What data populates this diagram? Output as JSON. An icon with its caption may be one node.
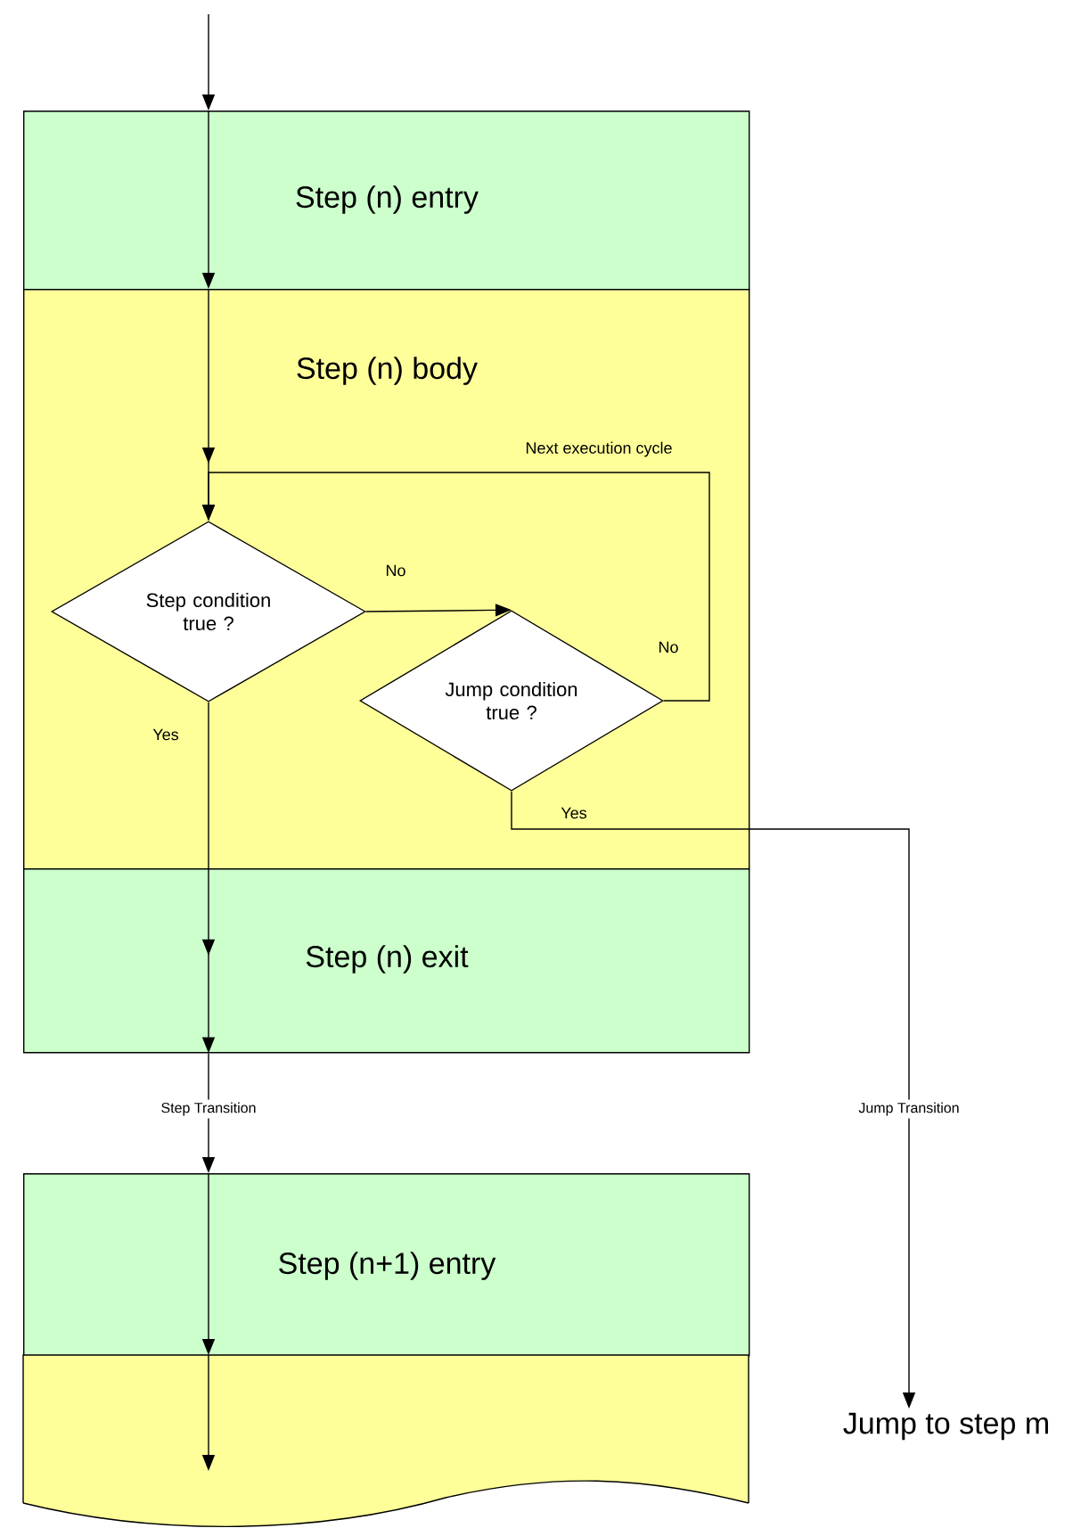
{
  "diagram": {
    "nodes": [
      {
        "text": [
          "Step (n) entry"
        ]
      },
      {
        "text": [
          "Step (n) body"
        ]
      },
      {
        "text": [
          "Step condition true ?"
        ],
        "in": 1
      },
      {
        "text": [
          "Jump condition true ?"
        ],
        "in": 1
      },
      {
        "text": [
          "Step (n) exit"
        ]
      },
      {
        "text": [
          "Step (n+1) entry"
        ]
      },
      {
        "text": [],
        "shape": "box"
      },
      {
        "text": [
          "Jump to step m"
        ]
      }
    ],
    "edges": [
      {
        "from": null,
        "to": 0,
        "arrow": "to"
      },
      {
        "from": 0,
        "to": 1,
        "arrow": "to"
      },
      {
        "from": 1,
        "to": 2,
        "arrow": "to"
      },
      {
        "from": 2,
        "to": 3,
        "arrow": "to",
        "label": "No"
      },
      {
        "from": 3,
        "to": 2,
        "arrow": "to",
        "label": "No"
      },
      {
        "from": 2,
        "to": 4,
        "arrow": "to",
        "label": "Yes"
      },
      {
        "from": 4,
        "to": 5,
        "arrow": "to",
        "label": "Step Transition"
      },
      {
        "from": 5,
        "to": 6,
        "arrow": "to"
      },
      {
        "from": 6,
        "to": null,
        "arrow": "to"
      },
      {
        "from": 3,
        "to": 7,
        "arrow": "to",
        "label": "Jump Transition"
      }
    ],
    "labels": [
      "Next execution cycle",
      "Yes"
    ]
  }
}
